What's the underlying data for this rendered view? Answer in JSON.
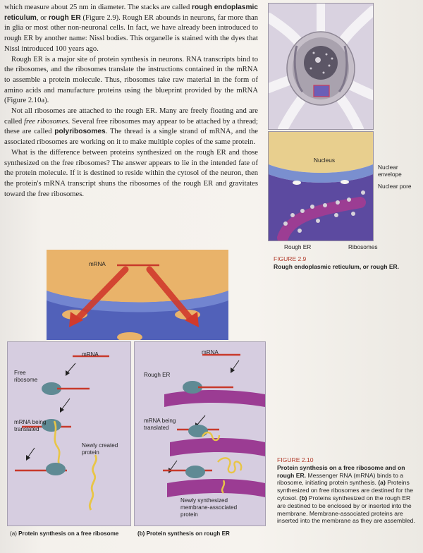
{
  "body_text": {
    "p1_a": "which measure about 25 nm in diameter. The stacks are called ",
    "p1_term1": "rough endoplasmic reticulum",
    "p1_b": ", or ",
    "p1_term2": "rough ER",
    "p1_c": " (Figure 2.9). Rough ER abounds in neurons, far more than in glia or most other non-neuronal cells. In fact, we have already been introduced to rough ER by another name: Nissl bodies. This organelle is stained with the dyes that Nissl introduced 100 years ago.",
    "p2": "Rough ER is a major site of protein synthesis in neurons. RNA transcripts bind to the ribosomes, and the ribosomes translate the instructions contained in the mRNA to assemble a protein molecule. Thus, ribosomes take raw material in the form of amino acids and manufacture proteins using the blueprint provided by the mRNA (Figure 2.10a).",
    "p3_a": "Not all ribosomes are attached to the rough ER. Many are freely floating and are called ",
    "p3_italic": "free ribosomes",
    "p3_b": ". Several free ribosomes may appear to be attached by a thread; these are called ",
    "p3_term": "polyribosomes",
    "p3_c": ". The thread is a single strand of mRNA, and the associated ribosomes are working on it to make multiple copies of the same protein.",
    "p4": "What is the difference between proteins synthesized on the rough ER and those synthesized on the free ribosomes? The answer appears to lie in the intended fate of the protein molecule. If it is destined to reside within the cytosol of the neuron, then the protein's mRNA transcript shuns the ribosomes of the rough ER and gravitates toward the free ribosomes."
  },
  "figure_2_9": {
    "labels": {
      "nucleus": "Nucleus",
      "nuclear_envelope": "Nuclear envelope",
      "nuclear_pore": "Nuclear pore",
      "rough_er": "Rough ER",
      "ribosomes": "Ribosomes"
    },
    "caption_label": "FIGURE 2.9",
    "caption_title": "Rough endoplasmic reticulum, or rough ER."
  },
  "figure_2_10": {
    "top_mrna": "mRNA",
    "panel_a": {
      "mrna": "mRNA",
      "free_ribosome": "Free ribosome",
      "mrna_being_translated": "mRNA being translated",
      "newly_created_protein": "Newly created protein",
      "sublabel_letter": "(a)",
      "sublabel_text": "Protein synthesis on a free ribosome"
    },
    "panel_b": {
      "mrna": "mRNA",
      "rough_er": "Rough ER",
      "mrna_being_translated": "mRNA being translated",
      "newly_synthesized": "Newly synthesized membrane-associated protein",
      "sublabel_letter": "(b)",
      "sublabel_text": "Protein synthesis on rough ER"
    },
    "caption_label": "FIGURE 2.10",
    "caption_title": "Protein synthesis on a free ribosome and on rough ER.",
    "caption_body_1": " Messenger RNA (mRNA) binds to a ribosome, initiating protein synthesis. ",
    "caption_a": "(a)",
    "caption_body_2": " Proteins synthesized on free ribosomes are destined for the cytosol. ",
    "caption_b": "(b)",
    "caption_body_3": " Proteins synthesized on the rough ER are destined to be enclosed by or inserted into the membrane. Membrane-associated proteins are inserted into the membrane as they are assembled."
  },
  "colors": {
    "accent_red": "#c8392b",
    "membrane_purple": "#6a4a9c",
    "nucleus_blue": "#6d7fc0",
    "protein_yellow": "#e8c547",
    "ribosome_teal": "#5f8a94",
    "panel_lavender": "#d6cde0"
  }
}
